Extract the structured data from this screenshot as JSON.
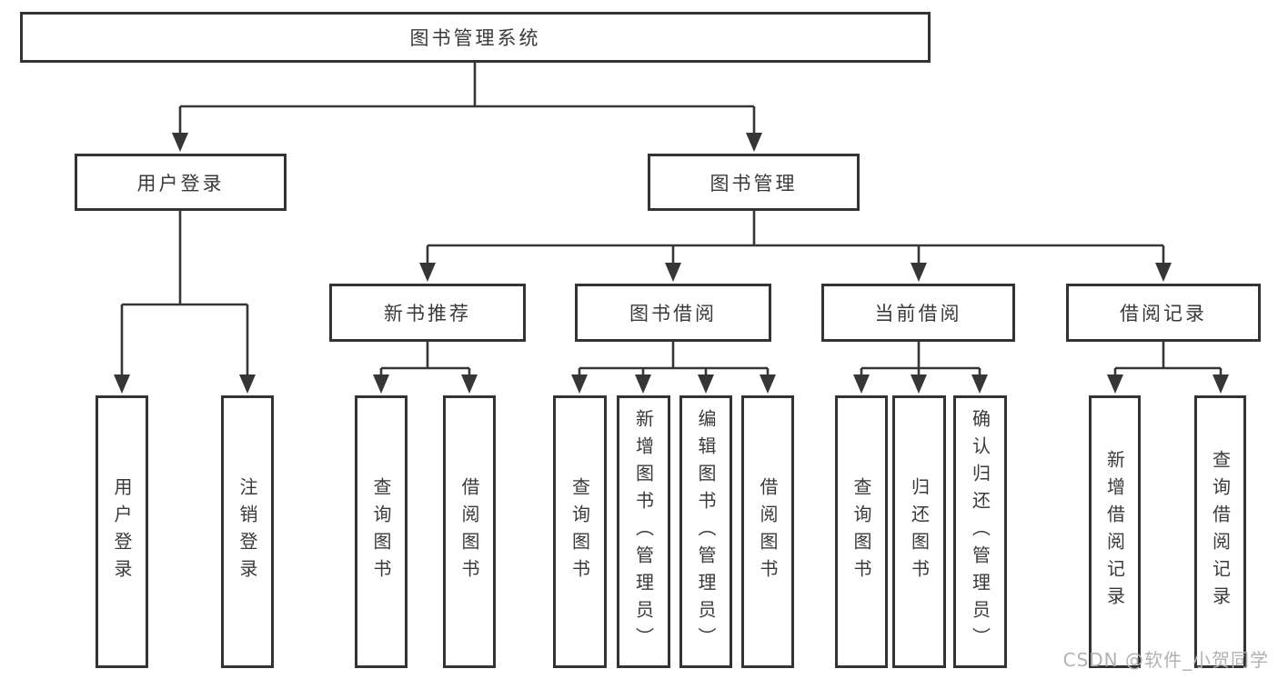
{
  "diagram": {
    "title": "图书管理系统",
    "root": {
      "label": "图书管理系统"
    },
    "level2": [
      {
        "label": "用户登录"
      },
      {
        "label": "图书管理"
      }
    ],
    "level3": [
      {
        "label": "新书推荐",
        "parent": "图书管理"
      },
      {
        "label": "图书借阅",
        "parent": "图书管理"
      },
      {
        "label": "当前借阅",
        "parent": "图书管理"
      },
      {
        "label": "借阅记录",
        "parent": "图书管理"
      }
    ],
    "leaves": [
      {
        "label": "用户登录",
        "parent": "用户登录"
      },
      {
        "label": "注销登录",
        "parent": "用户登录"
      },
      {
        "label": "查询图书",
        "parent": "新书推荐"
      },
      {
        "label": "借阅图书",
        "parent": "新书推荐"
      },
      {
        "label": "查询图书",
        "parent": "图书借阅"
      },
      {
        "label": "新增图书（管理员）",
        "parent": "图书借阅"
      },
      {
        "label": "编辑图书（管理员）",
        "parent": "图书借阅"
      },
      {
        "label": "借阅图书",
        "parent": "图书借阅"
      },
      {
        "label": "查询图书",
        "parent": "当前借阅"
      },
      {
        "label": "归还图书",
        "parent": "当前借阅"
      },
      {
        "label": "确认归还（管理员）",
        "parent": "当前借阅"
      },
      {
        "label": "新增借阅记录",
        "parent": "借阅记录"
      },
      {
        "label": "查询借阅记录",
        "parent": "借阅记录"
      }
    ],
    "colors": {
      "line": "#363636",
      "border": "#333333",
      "text": "#3a3a3a",
      "background": "#ffffff",
      "watermark": "#b2b2b2"
    }
  },
  "watermark": {
    "text": "CSDN @软件_小贺同学"
  }
}
